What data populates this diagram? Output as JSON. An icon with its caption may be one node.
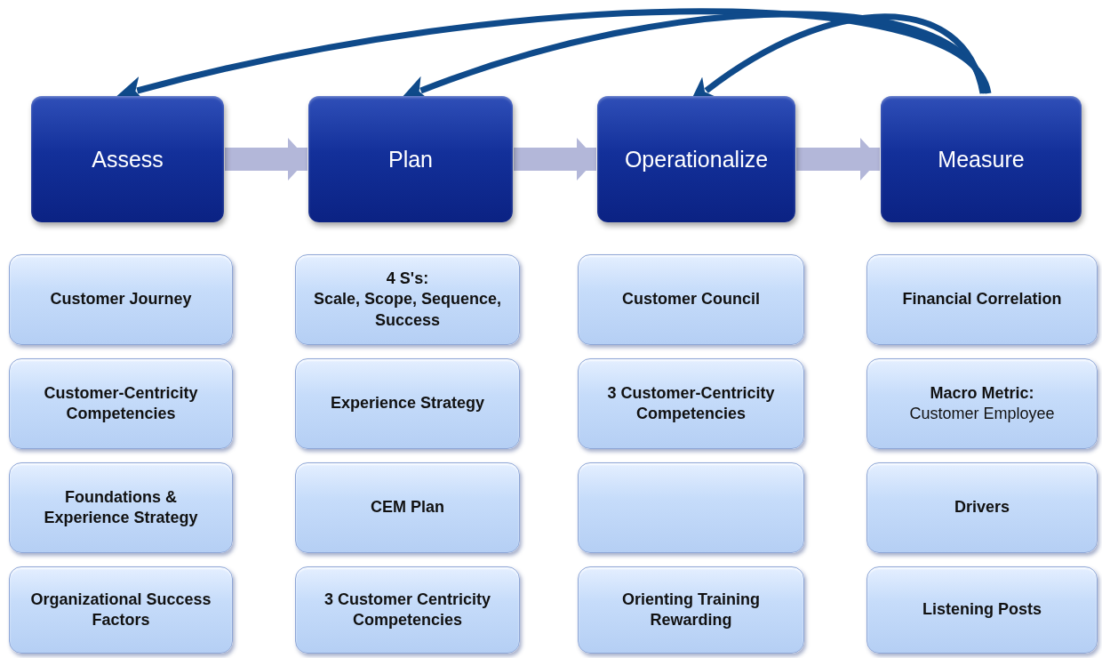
{
  "diagram": {
    "nodes": [
      {
        "text": [
          "Assess"
        ]
      },
      {
        "text": [
          "Plan"
        ]
      },
      {
        "text": [
          "Operationalize"
        ]
      },
      {
        "text": [
          "Measure"
        ]
      },
      {
        "text": [
          "Customer Journey"
        ]
      },
      {
        "text": [
          "Customer-Centricity Competencies"
        ]
      },
      {
        "text": [
          "Foundations & Experience Strategy"
        ]
      },
      {
        "text": [
          "Organizational Success Factors"
        ]
      },
      {
        "text": [
          "4 S's:",
          "Scale, Scope, Sequence, Success"
        ]
      },
      {
        "text": [
          "Experience Strategy"
        ]
      },
      {
        "text": [
          "CEM Plan"
        ]
      },
      {
        "text": [
          "3 Customer Centricity Competencies"
        ]
      },
      {
        "text": [
          "Customer Council"
        ]
      },
      {
        "text": [
          "3 Customer-Centricity Competencies"
        ]
      },
      {
        "text": [],
        "shape": "box"
      },
      {
        "text": [
          "Orienting Training Rewarding"
        ]
      },
      {
        "text": [
          "Financial Correlation"
        ]
      },
      {
        "text": [
          "Macro Metric:",
          "Customer Employee"
        ]
      },
      {
        "text": [
          "Drivers"
        ]
      },
      {
        "text": [
          "Listening Posts"
        ]
      }
    ],
    "edges": [
      {
        "from": 0,
        "to": 1,
        "arrow": "to",
        "style": "thick",
        "color": "#b3b7d9"
      },
      {
        "from": 1,
        "to": 2,
        "arrow": "to",
        "style": "thick",
        "color": "#b3b7d9"
      },
      {
        "from": 2,
        "to": 3,
        "arrow": "to",
        "style": "thick",
        "color": "#b3b7d9"
      },
      {
        "from": 3,
        "to": 0,
        "arrow": "to",
        "color": "#0f4a8a"
      },
      {
        "from": 3,
        "to": 1,
        "arrow": "to",
        "color": "#0f4a8a"
      },
      {
        "from": 3,
        "to": 2,
        "arrow": "to",
        "color": "#0f4a8a"
      }
    ]
  }
}
